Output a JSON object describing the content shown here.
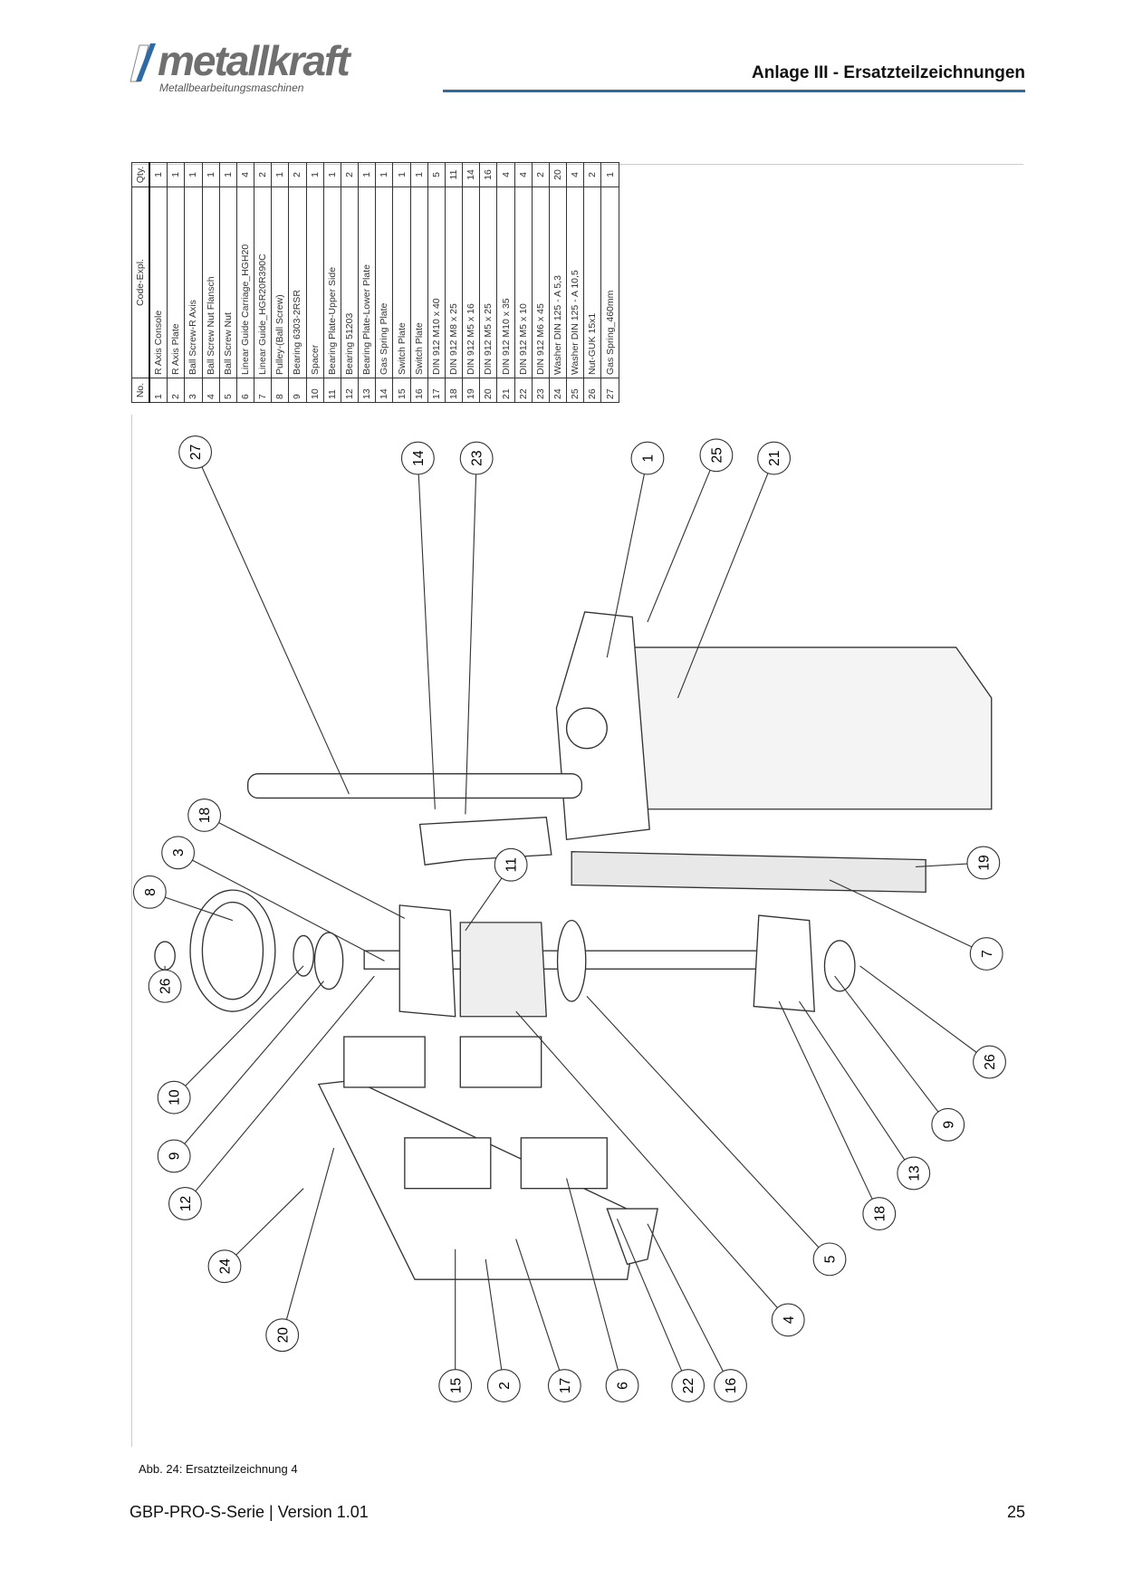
{
  "header": {
    "brand": "metallkraft",
    "brand_sub": "Metallbearbeitungsmaschinen",
    "title": "Anlage III - Ersatzteilzeichnungen",
    "accent": "#2e6aa5"
  },
  "parts_table": {
    "headers": [
      "No.",
      "Code-Expl.",
      "Qty."
    ],
    "rows": [
      [
        "1",
        "R Axis Console",
        "1"
      ],
      [
        "2",
        "R Axis Plate",
        "1"
      ],
      [
        "3",
        "Ball Screw-R Axis",
        "1"
      ],
      [
        "4",
        "Ball Screw Nut Flansch",
        "1"
      ],
      [
        "5",
        "Ball Screw Nut",
        "1"
      ],
      [
        "6",
        "Linear Guide Carriage_HGH20",
        "4"
      ],
      [
        "7",
        "Linear Guide_HGR20R390C",
        "2"
      ],
      [
        "8",
        "Pulley-(Ball Screw)",
        "1"
      ],
      [
        "9",
        "Bearing 6303-2RSR",
        "2"
      ],
      [
        "10",
        "Spacer",
        "1"
      ],
      [
        "11",
        "Bearing Plate-Upper Side",
        "1"
      ],
      [
        "12",
        "Bearing 51203",
        "2"
      ],
      [
        "13",
        "Bearing Plate-Lower Plate",
        "1"
      ],
      [
        "14",
        "Gas Spring Plate",
        "1"
      ],
      [
        "15",
        "Switch Plate",
        "1"
      ],
      [
        "16",
        "Switch Plate",
        "1"
      ],
      [
        "17",
        "DIN 912 M10 x 40",
        "5"
      ],
      [
        "18",
        "DIN 912 M8 x 25",
        "11"
      ],
      [
        "19",
        "DIN 912 M5 x 16",
        "14"
      ],
      [
        "20",
        "DIN 912 M5 x 25",
        "16"
      ],
      [
        "21",
        "DIN 912 M10 x 35",
        "4"
      ],
      [
        "22",
        "DIN 912 M5 x 10",
        "4"
      ],
      [
        "23",
        "DIN 912 M6 x 45",
        "2"
      ],
      [
        "24",
        "Washer DIN 125 - A 5,3",
        "20"
      ],
      [
        "25",
        "Washer DIN 125 - A 10,5",
        "4"
      ],
      [
        "26",
        "Nut-GUK 15x1",
        "2"
      ],
      [
        "27",
        "Gas Spring_460mm",
        "1"
      ]
    ]
  },
  "callouts": [
    "27",
    "14",
    "23",
    "1",
    "25",
    "21",
    "18",
    "3",
    "8",
    "11",
    "19",
    "7",
    "26",
    "10",
    "9",
    "12",
    "26",
    "9",
    "13",
    "18",
    "5",
    "4",
    "24",
    "20",
    "15",
    "2",
    "17",
    "6",
    "22",
    "16"
  ],
  "caption": "Abb. 24: Ersatzteilzeichnung 4",
  "footer": {
    "doc": "GBP-PRO-S-Serie | Version 1.01",
    "page": "25"
  }
}
